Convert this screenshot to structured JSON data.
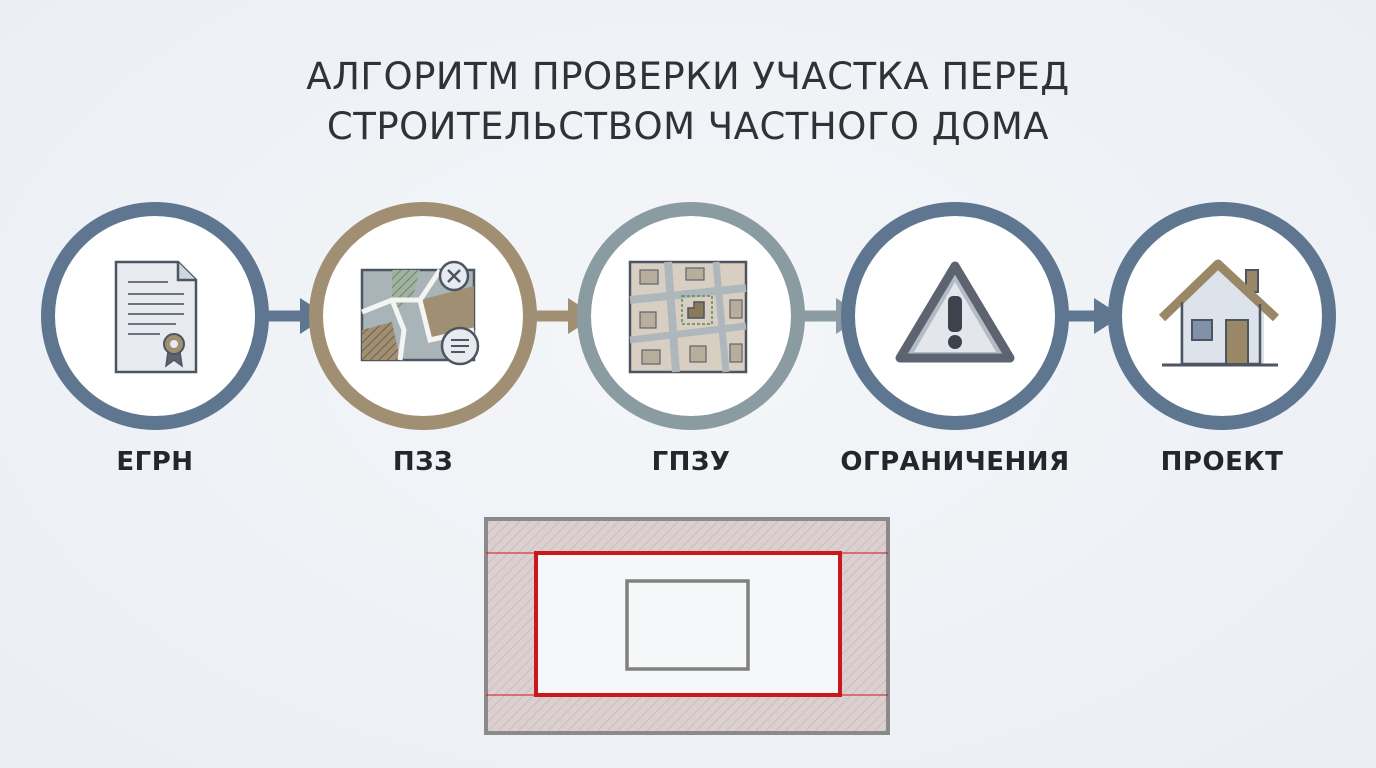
{
  "title": {
    "line1": "АЛГОРИТМ ПРОВЕРКИ УЧАСТКА ПЕРЕД",
    "line2": "СТРОИТЕЛЬСТВОМ ЧАСТНОГО ДОМА"
  },
  "steps": [
    {
      "label": "ЕГРН",
      "icon": "document-certificate-icon",
      "ring_color": "#5f7690"
    },
    {
      "label": "ПЗЗ",
      "icon": "zoning-map-icon",
      "ring_color": "#a08f72"
    },
    {
      "label": "ГПЗУ",
      "icon": "site-plan-icon",
      "ring_color": "#8a9ca2"
    },
    {
      "label": "ОГРАНИЧЕНИЯ",
      "icon": "warning-icon",
      "ring_color": "#5f7690"
    },
    {
      "label": "ПРОЕКТ",
      "icon": "house-icon",
      "ring_color": "#5f7690"
    }
  ],
  "colors": {
    "arrow": "#5f7690",
    "setback_line": "#c8181e",
    "lot_border": "#8a8a8a",
    "hatch": "#d9cdcd"
  }
}
